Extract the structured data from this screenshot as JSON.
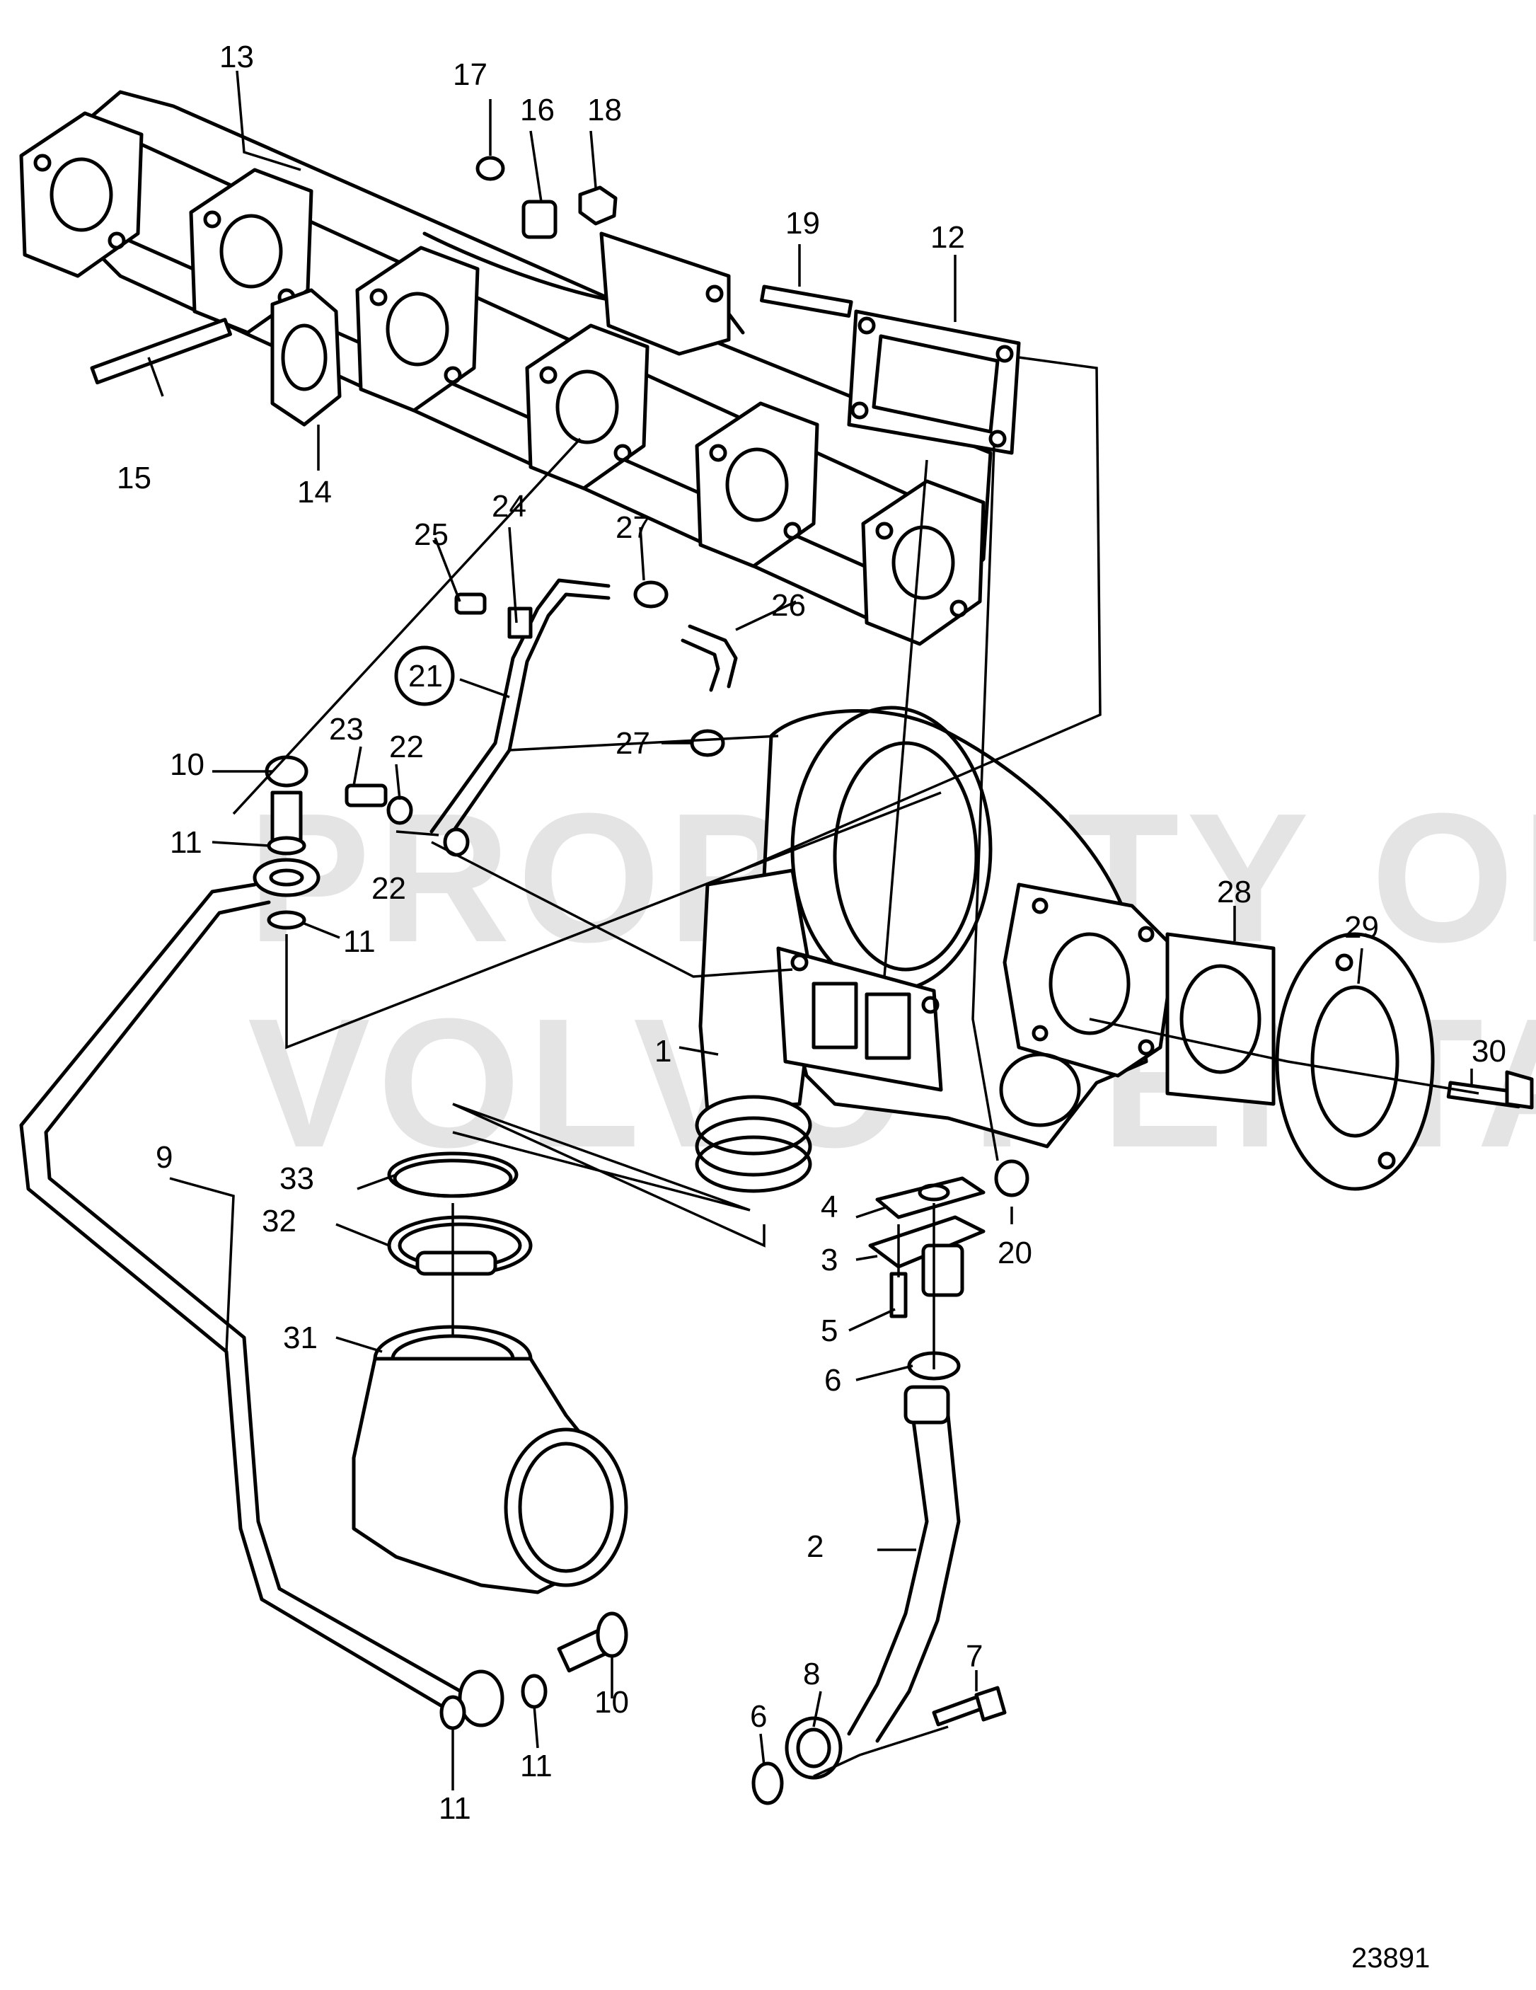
{
  "watermark": {
    "line1": "PROPERTY OF",
    "line2": "VOLVO PENTA"
  },
  "drawing_number": "23891",
  "callouts": {
    "c1": "1",
    "c2": "2",
    "c3": "3",
    "c4": "4",
    "c5": "5",
    "c6a": "6",
    "c6b": "6",
    "c7": "7",
    "c8": "8",
    "c9": "9",
    "c10a": "10",
    "c10b": "10",
    "c11a": "11",
    "c11b": "11",
    "c11c": "11",
    "c11d": "11",
    "c12": "12",
    "c13": "13",
    "c14": "14",
    "c15": "15",
    "c16": "16",
    "c17": "17",
    "c18": "18",
    "c19": "19",
    "c20": "20",
    "c21": "21",
    "c22a": "22",
    "c22b": "22",
    "c23": "23",
    "c24": "24",
    "c25": "25",
    "c26": "26",
    "c27a": "27",
    "c27b": "27",
    "c28": "28",
    "c29": "29",
    "c30": "30",
    "c31": "31",
    "c32": "32",
    "c33": "33"
  }
}
